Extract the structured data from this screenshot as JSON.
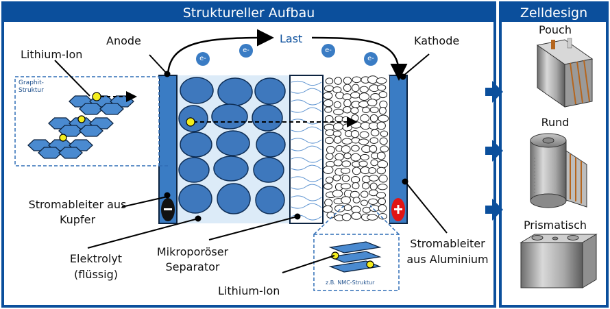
{
  "panels": {
    "left_title": "Struktureller Aufbau",
    "right_title": "Zelldesign"
  },
  "labels": {
    "anode": "Anode",
    "last": "Last",
    "kathode": "Kathode",
    "lithium_ion_top": "Lithium-Ion",
    "graphit_line1": "Graphit-",
    "graphit_line2": "Struktur",
    "stromableiter_kupfer_line1": "Stromableiter aus",
    "stromableiter_kupfer_line2": "Kupfer",
    "elektrolyt_line1": "Elektrolyt",
    "elektrolyt_line2": "(flüssig)",
    "separator_line1": "Mikroporöser",
    "separator_line2": "Separator",
    "lithium_ion_bottom": "Lithium-Ion",
    "nmc_structure": "z.B. NMC-Struktur",
    "stromableiter_alu_line1": "Stromableiter",
    "stromableiter_alu_line2": "aus Aluminium",
    "electron": "e-"
  },
  "cell_designs": {
    "pouch": "Pouch",
    "rund": "Rund",
    "prismatisch": "Prismatisch"
  },
  "colors": {
    "brand_blue": "#0b4f9c",
    "electrode_blue": "#3a7cc4",
    "particle_blue": "#3e78bd",
    "light_bg": "#dcebf8",
    "lithium_yellow": "#f4ee1e",
    "minus_black": "#111111",
    "plus_red": "#e01515"
  }
}
